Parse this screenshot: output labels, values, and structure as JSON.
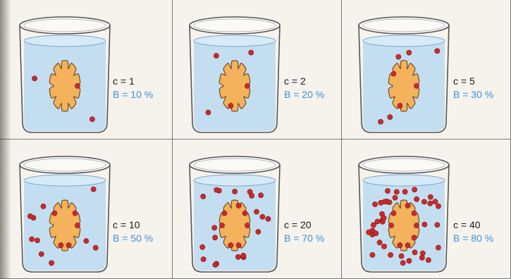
{
  "panels": [
    {
      "c_text": "c = 1",
      "b_text": "B = 10 %",
      "concentration": 1,
      "bound_percent": 10
    },
    {
      "c_text": "c = 2",
      "b_text": "B = 20 %",
      "concentration": 2,
      "bound_percent": 20
    },
    {
      "c_text": "c = 5",
      "b_text": "B = 30 %",
      "concentration": 5,
      "bound_percent": 30
    },
    {
      "c_text": "c = 10",
      "b_text": "B = 50 %",
      "concentration": 10,
      "bound_percent": 50
    },
    {
      "c_text": "c = 20",
      "b_text": "B = 70 %",
      "concentration": 20,
      "bound_percent": 70
    },
    {
      "c_text": "c = 40",
      "b_text": "B = 80 %",
      "concentration": 40,
      "bound_percent": 80
    }
  ],
  "colors": {
    "water": "#bfdcf2",
    "glass_edge": "#555555",
    "particle": "#cc2a2a",
    "receptor": "#f3b25b",
    "receptor_edge": "#7a4a1a",
    "label_c": "#1b1b1b",
    "label_b": "#3f8fd6"
  }
}
